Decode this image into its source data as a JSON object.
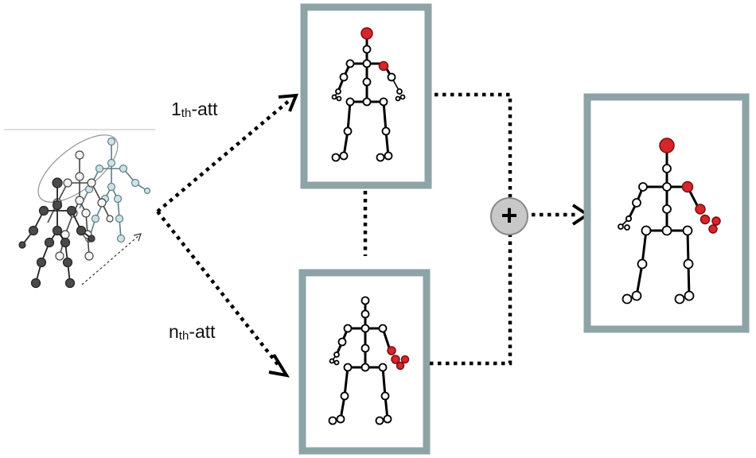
{
  "labels": {
    "first_attention_prefix": "1",
    "first_attention_sub": "th",
    "first_attention_suffix": "-att",
    "nth_attention_prefix": "n",
    "nth_attention_sub": "th",
    "nth_attention_suffix": "-att",
    "plus_symbol": "+"
  },
  "colors": {
    "frame_border": "#8ea3a5",
    "highlight_joint": "#d6252b",
    "combine_node": "#c8c8c8",
    "skeleton_light": "#cfe3e6",
    "skeleton_dark": "#4a4a4a"
  }
}
